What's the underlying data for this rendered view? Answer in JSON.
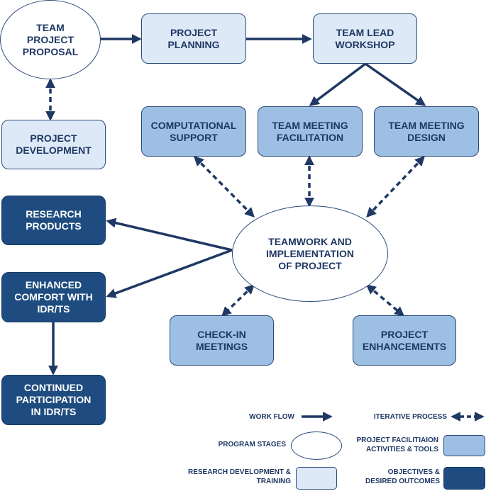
{
  "nodes": {
    "team_project_proposal": "TEAM\nPROJECT\nPROPOSAL",
    "project_planning": "PROJECT\nPLANNING",
    "team_lead_workshop": "TEAM LEAD\nWORKSHOP",
    "project_development": "PROJECT\nDEVELOPMENT",
    "computational_support": "COMPUTATIONAL\nSUPPORT",
    "team_meeting_facilitation": "TEAM MEETING\nFACILITATION",
    "team_meeting_design": "TEAM MEETING\nDESIGN",
    "research_products": "RESEARCH\nPRODUCTS",
    "teamwork_implementation": "TEAMWORK AND\nIMPLEMENTATION\nOF PROJECT",
    "enhanced_comfort": "ENHANCED\nCOMFORT WITH\nIDR/TS",
    "check_in_meetings": "CHECK-IN\nMEETINGS",
    "project_enhancements": "PROJECT\nENHANCEMENTS",
    "continued_participation": "CONTINUED\nPARTICIPATION\nIN IDR/TS"
  },
  "legend": {
    "work_flow": "WORK FLOW",
    "iterative_process": "ITERATIVE PROCESS",
    "program_stages": "PROGRAM STAGES",
    "facilitation_tools": "PROJECT FACILITIAION\nACTIVITIES & TOOLS",
    "research_development": "RESEARCH DEVELOPMENT &\nTRAINING",
    "objectives": "OBJECTIVES &\nDESIRED OUTCOMES"
  },
  "colors": {
    "light_box": "#dde9f6",
    "mid_box": "#9dbfe4",
    "dark_box": "#1f4c80",
    "arrow": "#1f3864"
  }
}
